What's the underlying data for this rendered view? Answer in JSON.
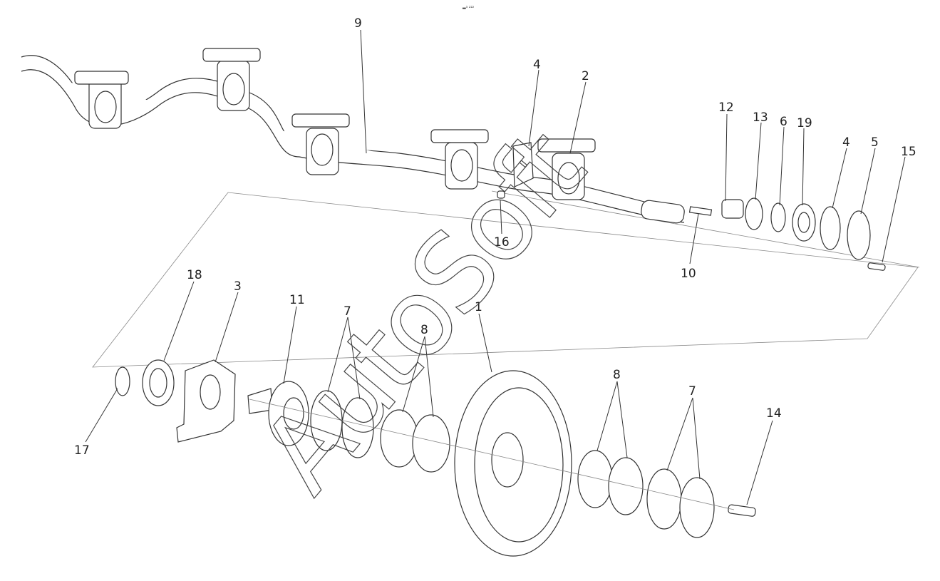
{
  "header": {
    "mark": "▂₃ ₂₂₂"
  },
  "watermark": "AutoSoft",
  "callouts": [
    "9",
    "4",
    "2",
    "12",
    "13",
    "6",
    "19",
    "4",
    "5",
    "15",
    "16",
    "10",
    "18",
    "3",
    "11",
    "7",
    "8",
    "1",
    "17",
    "8",
    "7",
    "14"
  ]
}
